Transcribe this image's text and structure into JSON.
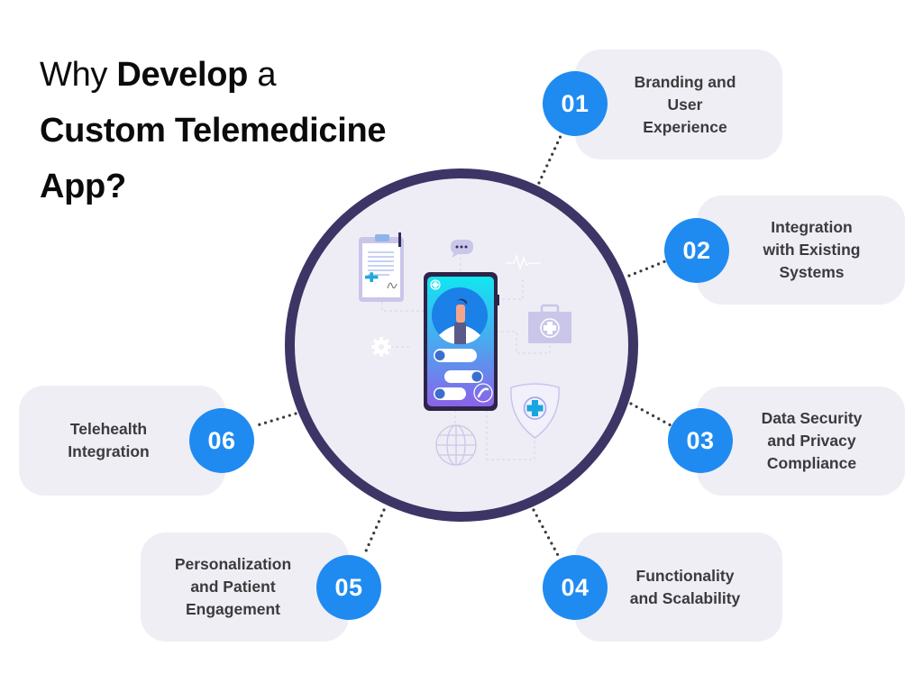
{
  "title": {
    "line1_prefix": "Why ",
    "line1_bold": "Develop",
    "line1_suffix": " a",
    "line2": "Custom Telemedicine",
    "line3": "App?"
  },
  "colors": {
    "badge": "#1f8bf1",
    "ring": "#3d3566",
    "ring_fill": "#eeedf5",
    "card_bg": "#efeef5",
    "card_text": "#3b3b3d",
    "connector": "#3b3b3d"
  },
  "illustration": {
    "icons": [
      "clipboard-icon",
      "chat-bubble-icon",
      "heart-pulse-icon",
      "medical-kit-icon",
      "gear-icon",
      "smartphone-doctor-icon",
      "shield-cross-icon",
      "globe-icon"
    ]
  },
  "items": [
    {
      "number": "01",
      "label_lines": [
        "Branding and",
        "User",
        "Experience"
      ],
      "label": "Branding and User Experience"
    },
    {
      "number": "02",
      "label_lines": [
        "Integration",
        "with Existing",
        "Systems"
      ],
      "label": "Integration with Existing Systems"
    },
    {
      "number": "03",
      "label_lines": [
        "Data Security",
        "and Privacy",
        "Compliance"
      ],
      "label": "Data Security and Privacy Compliance"
    },
    {
      "number": "04",
      "label_lines": [
        "Functionality",
        "and Scalability"
      ],
      "label": "Functionality and Scalability"
    },
    {
      "number": "05",
      "label_lines": [
        "Personalization",
        "and Patient",
        "Engagement"
      ],
      "label": "Personalization and Patient Engagement"
    },
    {
      "number": "06",
      "label_lines": [
        "Telehealth",
        "Integration"
      ],
      "label": "Telehealth Integration"
    }
  ]
}
